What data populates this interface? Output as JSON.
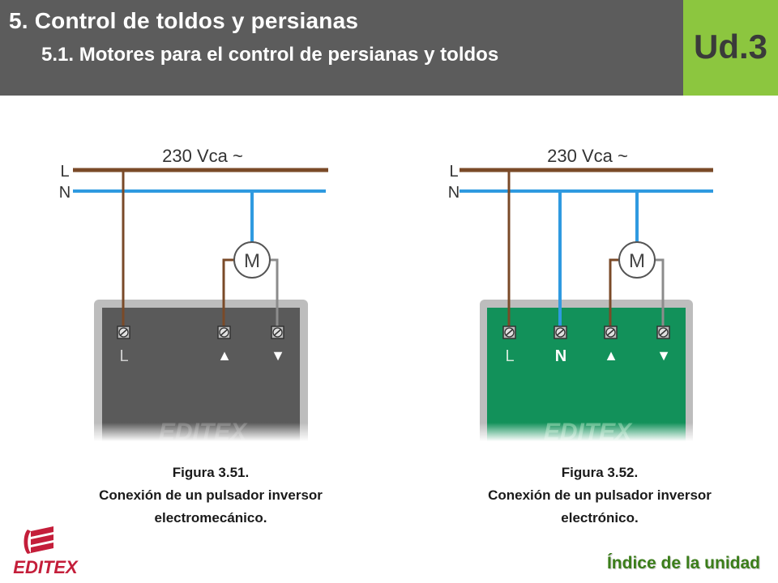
{
  "header": {
    "title": "5. Control de toldos y persianas",
    "subtitle": "5.1. Motores para el control de persianas y toldos",
    "unit_label": "Ud.3"
  },
  "colors": {
    "header_bg": "#5c5c5c",
    "unit_bg": "#8cc63f",
    "phase_wire": "#7a4a28",
    "neutral_wire": "#2f9ae0",
    "return_wire": "#8c8c8c",
    "device_grey": "#5a5a5a",
    "device_green": "#12915a",
    "link_green": "#3b7d1a"
  },
  "figures": [
    {
      "voltage_label": "230 Vca ~",
      "line_label_l": "L",
      "line_label_n": "N",
      "motor_label": "M",
      "terminal_labels": [
        "L",
        "▲",
        "▼"
      ],
      "device_brand": "EDITEX",
      "caption": [
        "Figura 3.51.",
        "Conexión de un pulsador inversor",
        "electromecánico."
      ]
    },
    {
      "voltage_label": "230 Vca ~",
      "line_label_l": "L",
      "line_label_n": "N",
      "motor_label": "M",
      "terminal_labels": [
        "L",
        "N",
        "▲",
        "▼"
      ],
      "device_brand": "EDITEX",
      "caption": [
        "Figura 3.52.",
        "Conexión de un pulsador inversor",
        "electrónico."
      ]
    }
  ],
  "footer": {
    "logo_text": "EDITEX",
    "index_link": "Índice de la unidad"
  }
}
